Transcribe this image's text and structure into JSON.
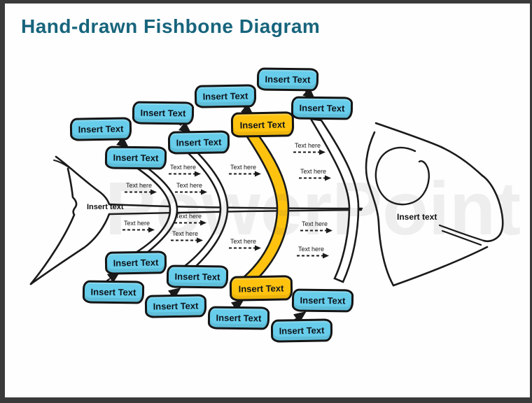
{
  "slide": {
    "title": "Hand-drawn Fishbone Diagram"
  },
  "colors": {
    "title_text": "#17647C",
    "box_blue": "#67CDEA",
    "box_yellow": "#FFC30F",
    "ink": "#1a1a1a",
    "frame": "#3a3a3a"
  },
  "strings": {
    "text_here": "Text here"
  },
  "watermark_text": "PowerPoint",
  "diagram": {
    "tail_label": "Insert text",
    "head_label": "Insert text",
    "top_boxes": [
      {
        "label": "Insert Text",
        "highlight": false
      },
      {
        "label": "Insert Text",
        "highlight": false
      },
      {
        "label": "Insert Text",
        "highlight": false
      },
      {
        "label": "Insert Text",
        "highlight": false
      },
      {
        "label": "Insert Text",
        "highlight": false
      },
      {
        "label": "Insert Text",
        "highlight": false
      },
      {
        "label": "Insert Text",
        "highlight": true
      },
      {
        "label": "Insert Text",
        "highlight": false
      }
    ],
    "bottom_boxes": [
      {
        "label": "Insert Text",
        "highlight": false
      },
      {
        "label": "Insert Text",
        "highlight": false
      },
      {
        "label": "Insert Text",
        "highlight": true
      },
      {
        "label": "Insert Text",
        "highlight": false
      },
      {
        "label": "Insert Text",
        "highlight": false
      },
      {
        "label": "Insert Text",
        "highlight": false
      },
      {
        "label": "Insert Text",
        "highlight": false
      },
      {
        "label": "Insert Text",
        "highlight": false
      }
    ],
    "bone_label_count": 12
  }
}
